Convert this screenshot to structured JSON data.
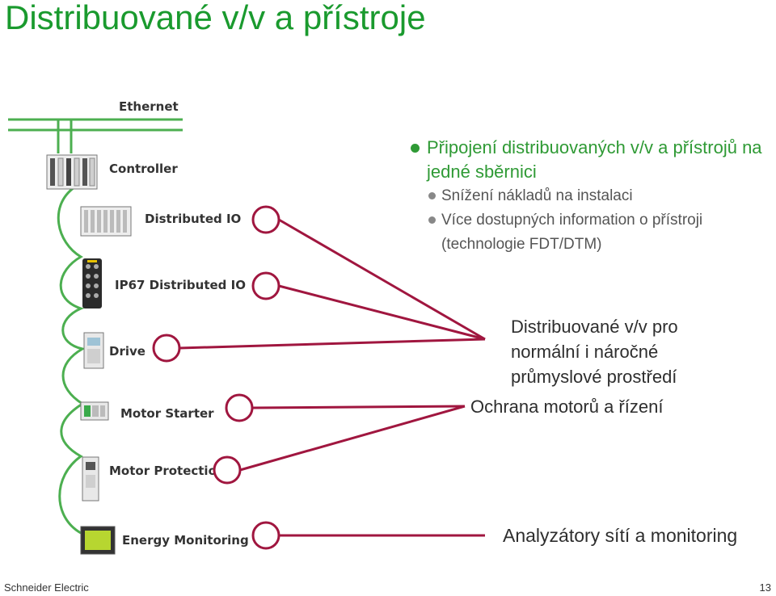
{
  "title": "Distribuované v/v a přístroje",
  "network": {
    "label": "Ethernet"
  },
  "devices": [
    {
      "label": "Controller"
    },
    {
      "label": "Distributed IO"
    },
    {
      "label": "IP67 Distributed IO"
    },
    {
      "label": "Drive"
    },
    {
      "label": "Motor Starter"
    },
    {
      "label": "Motor Protection"
    },
    {
      "label": "Energy Monitoring"
    }
  ],
  "bullets": {
    "main": "Připojení distribuovaných v/v a přístrojů na jedné sběrnici",
    "sub": [
      "Snížení nákladů na instalaci",
      "Více dostupných information o přístroji (technologie FDT/DTM)"
    ]
  },
  "callouts": {
    "industrial_line1": "Distribuované v/v pro",
    "industrial_line2": "normální i náročné",
    "industrial_line3": "průmyslové prostředí",
    "motors": "Ochrana motorů a řízení",
    "energy": "Analyzátory sítí a monitoring"
  },
  "colors": {
    "title": "#1a9a2e",
    "bus": "#4caf50",
    "connector": "#a0163f"
  },
  "footer": {
    "company": "Schneider Electric",
    "page": "13"
  }
}
